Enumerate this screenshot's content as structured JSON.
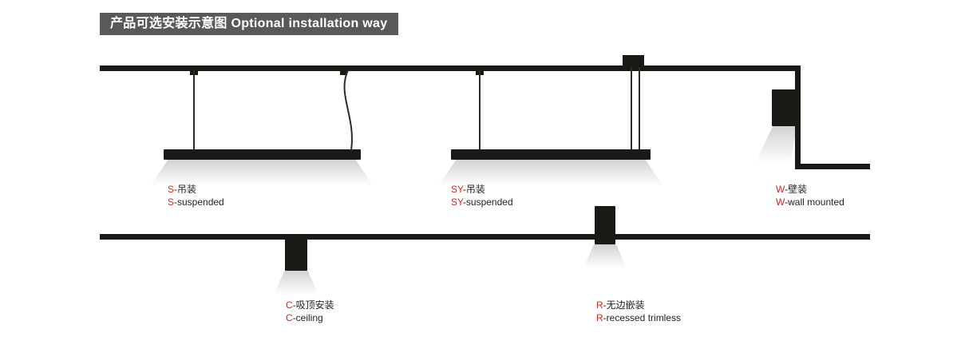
{
  "banner": {
    "text": "产品可选安装示意图 Optional installation way"
  },
  "colors": {
    "banner_bg": "#58595B",
    "diagram_ink": "#1B1916",
    "accent_red": "#D12920",
    "text": "#231F20"
  },
  "installations": [
    {
      "prefix": "S",
      "cn": "-吊装",
      "en": "-suspended"
    },
    {
      "prefix": "SY",
      "cn": "-吊装",
      "en": "-suspended"
    },
    {
      "prefix": "W",
      "cn": "-壁装",
      "en": "-wall mounted"
    },
    {
      "prefix": "C",
      "cn": "-吸顶安装",
      "en": "-ceiling"
    },
    {
      "prefix": "R",
      "cn": "-无边嵌装",
      "en": "-recessed trimless"
    }
  ]
}
